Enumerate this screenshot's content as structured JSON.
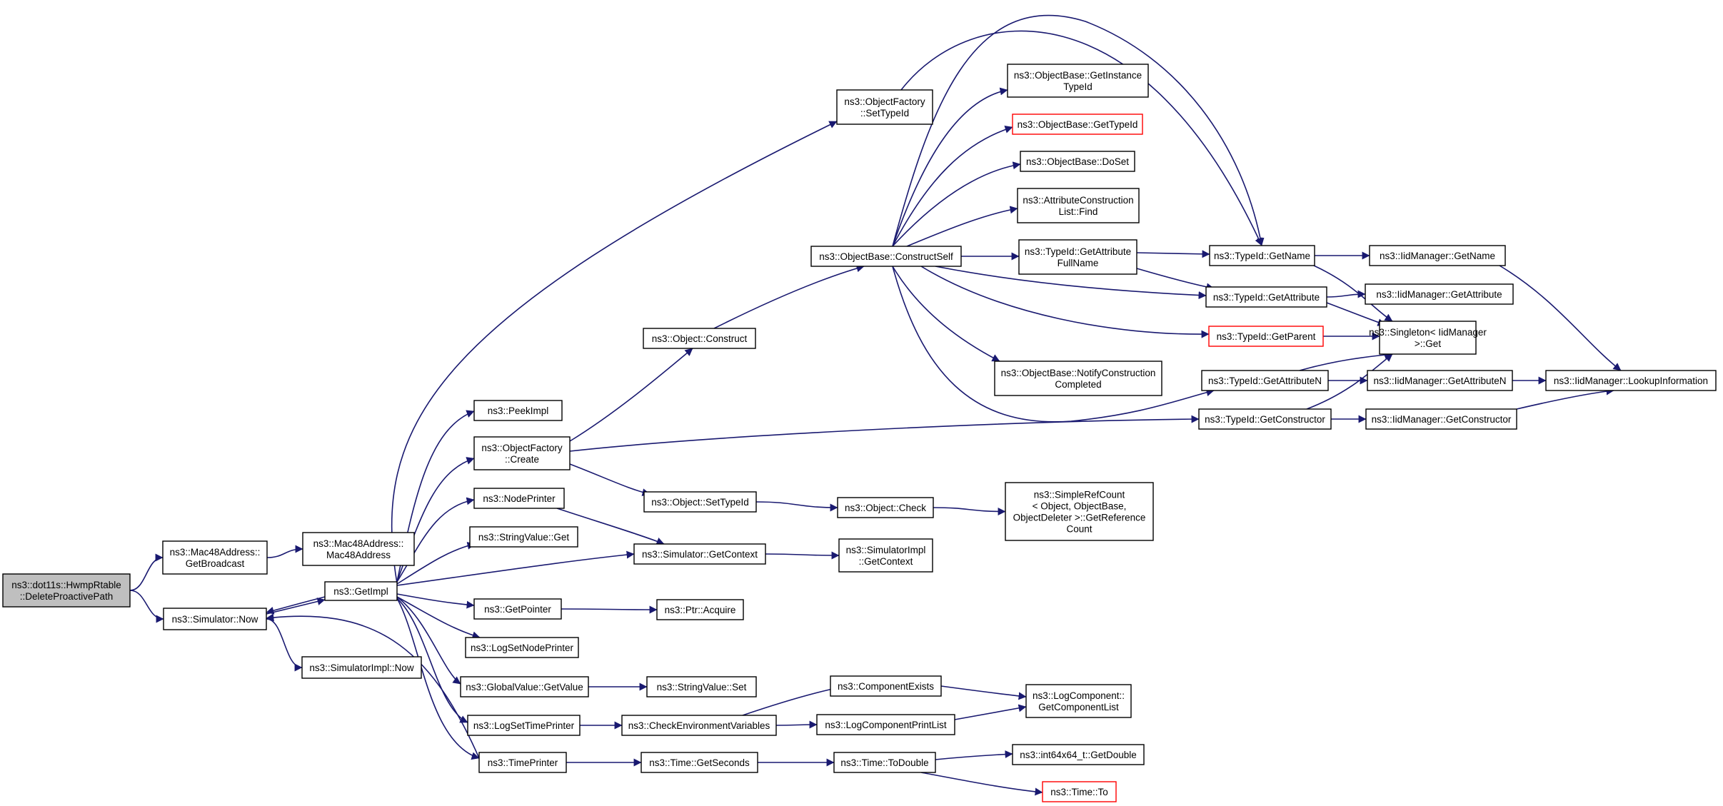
{
  "graph": {
    "colors": {
      "edge": "#191970",
      "root_fill": "#bfbfbf",
      "node_border": "#000000",
      "truncated_border": "#ff0000"
    },
    "nodes": {
      "root": {
        "lines": [
          "ns3::dot11s::HwmpRtable",
          "::DeleteProactivePath"
        ],
        "style": "root"
      },
      "mac48GetBroadcast": {
        "lines": [
          "ns3::Mac48Address::",
          "GetBroadcast"
        ]
      },
      "mac48Ctor": {
        "lines": [
          "ns3::Mac48Address::",
          "Mac48Address"
        ]
      },
      "simNow": {
        "lines": [
          "ns3::Simulator::Now"
        ]
      },
      "simImplNow": {
        "lines": [
          "ns3::SimulatorImpl::Now"
        ]
      },
      "getImpl": {
        "lines": [
          "ns3::GetImpl"
        ]
      },
      "peekImpl": {
        "lines": [
          "ns3::PeekImpl"
        ]
      },
      "ofCreate": {
        "lines": [
          "ns3::ObjectFactory",
          "::Create"
        ]
      },
      "nodePrinter": {
        "lines": [
          "ns3::NodePrinter"
        ]
      },
      "stringValueGet": {
        "lines": [
          "ns3::StringValue::Get"
        ]
      },
      "getPointer": {
        "lines": [
          "ns3::GetPointer"
        ]
      },
      "logSetNodePrinter": {
        "lines": [
          "ns3::LogSetNodePrinter"
        ]
      },
      "globalValueGetValue": {
        "lines": [
          "ns3::GlobalValue::GetValue"
        ]
      },
      "logSetTimePrinter": {
        "lines": [
          "ns3::LogSetTimePrinter"
        ]
      },
      "timePrinter": {
        "lines": [
          "ns3::TimePrinter"
        ]
      },
      "ofSetTypeId": {
        "lines": [
          "ns3::ObjectFactory",
          "::SetTypeId"
        ]
      },
      "objConstruct": {
        "lines": [
          "ns3::Object::Construct"
        ]
      },
      "objSetTypeId": {
        "lines": [
          "ns3::Object::SetTypeId"
        ]
      },
      "simGetContext": {
        "lines": [
          "ns3::Simulator::GetContext"
        ]
      },
      "ptrAcquire": {
        "lines": [
          "ns3::Ptr::Acquire"
        ]
      },
      "stringValueSet": {
        "lines": [
          "ns3::StringValue::Set"
        ]
      },
      "checkEnvVars": {
        "lines": [
          "ns3::CheckEnvironmentVariables"
        ]
      },
      "timeGetSeconds": {
        "lines": [
          "ns3::Time::GetSeconds"
        ]
      },
      "obConstructSelf": {
        "lines": [
          "ns3::ObjectBase::ConstructSelf"
        ]
      },
      "objCheck": {
        "lines": [
          "ns3::Object::Check"
        ]
      },
      "simImplGetContext": {
        "lines": [
          "ns3::SimulatorImpl",
          "::GetContext"
        ]
      },
      "componentExists": {
        "lines": [
          "ns3::ComponentExists"
        ]
      },
      "logComponentPrintList": {
        "lines": [
          "ns3::LogComponentPrintList"
        ]
      },
      "timeToDouble": {
        "lines": [
          "ns3::Time::ToDouble"
        ]
      },
      "obGetInstanceTypeId": {
        "lines": [
          "ns3::ObjectBase::GetInstance",
          "TypeId"
        ]
      },
      "obGetTypeId": {
        "lines": [
          "ns3::ObjectBase::GetTypeId"
        ],
        "style": "truncated"
      },
      "obDoSet": {
        "lines": [
          "ns3::ObjectBase::DoSet"
        ]
      },
      "acListFind": {
        "lines": [
          "ns3::AttributeConstruction",
          "List::Find"
        ]
      },
      "tidGetAttrFullName": {
        "lines": [
          "ns3::TypeId::GetAttribute",
          "FullName"
        ]
      },
      "obNotifyConstructionCompleted": {
        "lines": [
          "ns3::ObjectBase::NotifyConstruction",
          "Completed"
        ]
      },
      "simpleRefCountGetRefCount": {
        "lines": [
          "ns3::SimpleRefCount",
          "< Object, ObjectBase,",
          "ObjectDeleter >::GetReference",
          "Count"
        ]
      },
      "logComponentGetList": {
        "lines": [
          "ns3::LogComponent::",
          "GetComponentList"
        ]
      },
      "int64GetDouble": {
        "lines": [
          "ns3::int64x64_t::GetDouble"
        ]
      },
      "timeTo": {
        "lines": [
          "ns3::Time::To"
        ],
        "style": "truncated"
      },
      "tidGetName": {
        "lines": [
          "ns3::TypeId::GetName"
        ]
      },
      "tidGetAttribute": {
        "lines": [
          "ns3::TypeId::GetAttribute"
        ]
      },
      "tidGetParent": {
        "lines": [
          "ns3::TypeId::GetParent"
        ],
        "style": "truncated"
      },
      "tidGetAttributeN": {
        "lines": [
          "ns3::TypeId::GetAttributeN"
        ]
      },
      "tidGetConstructor": {
        "lines": [
          "ns3::TypeId::GetConstructor"
        ]
      },
      "singletonGet": {
        "lines": [
          "ns3::Singleton< IidManager",
          ">::Get"
        ]
      },
      "iidGetName": {
        "lines": [
          "ns3::IidManager::GetName"
        ]
      },
      "iidGetAttribute": {
        "lines": [
          "ns3::IidManager::GetAttribute"
        ]
      },
      "iidGetAttributeN": {
        "lines": [
          "ns3::IidManager::GetAttributeN"
        ]
      },
      "iidGetConstructor": {
        "lines": [
          "ns3::IidManager::GetConstructor"
        ]
      },
      "iidLookupInformation": {
        "lines": [
          "ns3::IidManager::LookupInformation"
        ]
      }
    },
    "edges": [
      [
        "root",
        "mac48GetBroadcast"
      ],
      [
        "root",
        "simNow"
      ],
      [
        "mac48GetBroadcast",
        "mac48Ctor"
      ],
      [
        "simNow",
        "getImpl"
      ],
      [
        "simNow",
        "simImplNow"
      ],
      [
        "getImpl",
        "simNow"
      ],
      [
        "getImpl",
        "peekImpl"
      ],
      [
        "getImpl",
        "ofCreate"
      ],
      [
        "getImpl",
        "nodePrinter"
      ],
      [
        "getImpl",
        "stringValueGet"
      ],
      [
        "getImpl",
        "simGetContext"
      ],
      [
        "getImpl",
        "getPointer"
      ],
      [
        "getImpl",
        "logSetNodePrinter"
      ],
      [
        "getImpl",
        "globalValueGetValue"
      ],
      [
        "getImpl",
        "logSetTimePrinter"
      ],
      [
        "getImpl",
        "timePrinter"
      ],
      [
        "getImpl",
        "ofSetTypeId"
      ],
      [
        "ofCreate",
        "objConstruct"
      ],
      [
        "ofCreate",
        "objSetTypeId"
      ],
      [
        "ofCreate",
        "tidGetConstructor"
      ],
      [
        "nodePrinter",
        "simGetContext"
      ],
      [
        "getPointer",
        "ptrAcquire"
      ],
      [
        "globalValueGetValue",
        "stringValueSet"
      ],
      [
        "logSetTimePrinter",
        "checkEnvVars"
      ],
      [
        "timePrinter",
        "timeGetSeconds"
      ],
      [
        "timePrinter",
        "simNow"
      ],
      [
        "objConstruct",
        "obConstructSelf"
      ],
      [
        "objSetTypeId",
        "objCheck"
      ],
      [
        "simGetContext",
        "simImplGetContext"
      ],
      [
        "checkEnvVars",
        "componentExists"
      ],
      [
        "checkEnvVars",
        "logComponentPrintList"
      ],
      [
        "timeGetSeconds",
        "timeToDouble"
      ],
      [
        "ofSetTypeId",
        "tidGetName"
      ],
      [
        "obConstructSelf",
        "obGetInstanceTypeId"
      ],
      [
        "obConstructSelf",
        "obGetTypeId"
      ],
      [
        "obConstructSelf",
        "obDoSet"
      ],
      [
        "obConstructSelf",
        "acListFind"
      ],
      [
        "obConstructSelf",
        "tidGetAttrFullName"
      ],
      [
        "obConstructSelf",
        "tidGetAttribute"
      ],
      [
        "obConstructSelf",
        "tidGetParent"
      ],
      [
        "obConstructSelf",
        "obNotifyConstructionCompleted"
      ],
      [
        "obConstructSelf",
        "tidGetAttributeN"
      ],
      [
        "obConstructSelf",
        "tidGetName"
      ],
      [
        "objCheck",
        "simpleRefCountGetRefCount"
      ],
      [
        "componentExists",
        "logComponentGetList"
      ],
      [
        "logComponentPrintList",
        "logComponentGetList"
      ],
      [
        "timeToDouble",
        "int64GetDouble"
      ],
      [
        "timeToDouble",
        "timeTo"
      ],
      [
        "tidGetAttrFullName",
        "tidGetName"
      ],
      [
        "tidGetAttrFullName",
        "tidGetAttribute"
      ],
      [
        "tidGetName",
        "iidGetName"
      ],
      [
        "tidGetName",
        "singletonGet"
      ],
      [
        "tidGetAttribute",
        "iidGetAttribute"
      ],
      [
        "tidGetAttribute",
        "singletonGet"
      ],
      [
        "tidGetParent",
        "singletonGet"
      ],
      [
        "tidGetAttributeN",
        "iidGetAttributeN"
      ],
      [
        "tidGetAttributeN",
        "singletonGet"
      ],
      [
        "tidGetConstructor",
        "iidGetConstructor"
      ],
      [
        "tidGetConstructor",
        "singletonGet"
      ],
      [
        "iidGetName",
        "iidLookupInformation"
      ],
      [
        "iidGetAttributeN",
        "iidLookupInformation"
      ],
      [
        "iidGetConstructor",
        "iidLookupInformation"
      ]
    ]
  }
}
